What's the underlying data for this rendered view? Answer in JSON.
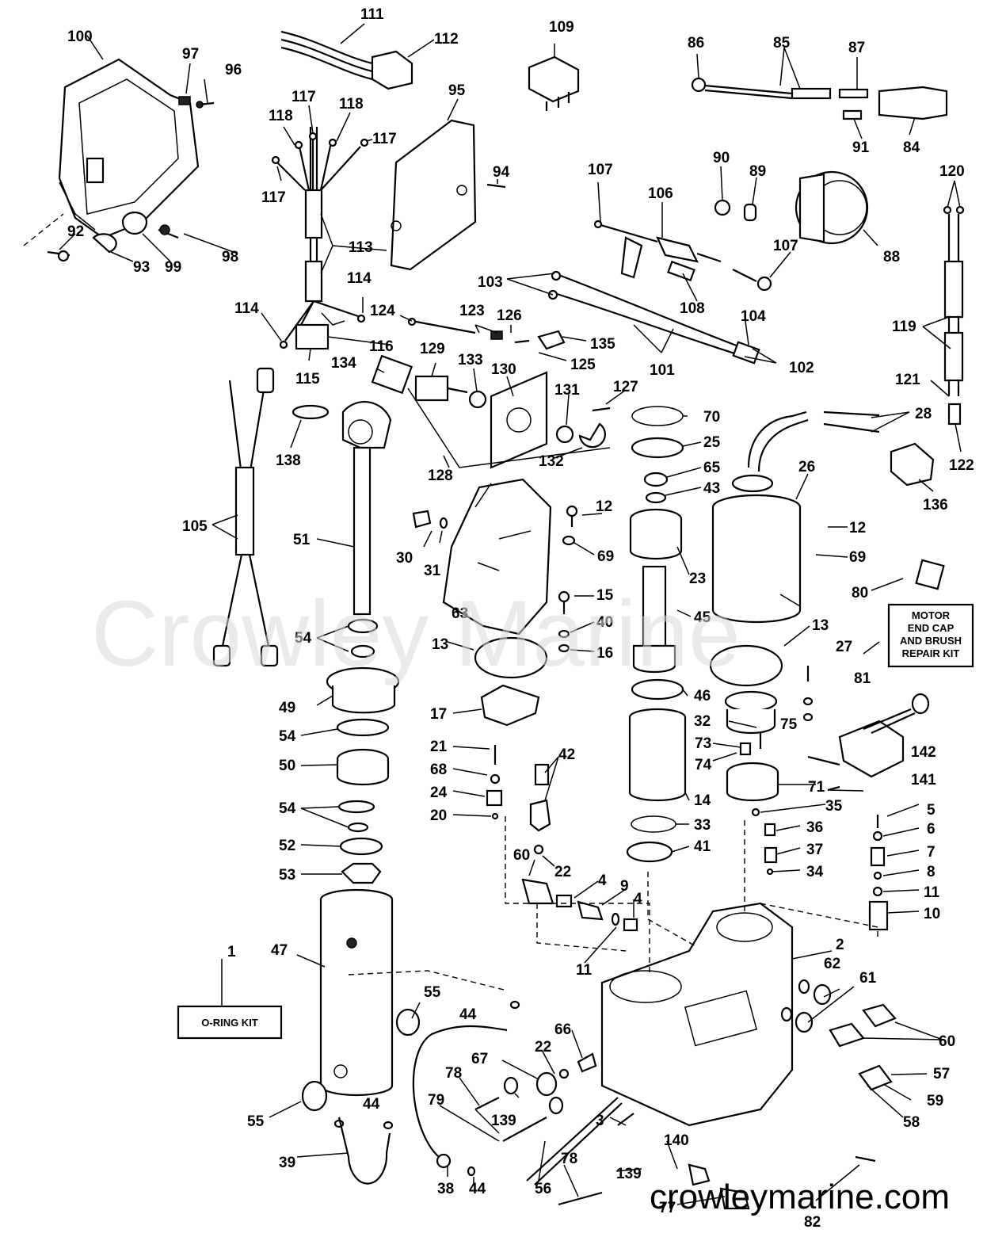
{
  "watermark": "Crowley Marine",
  "footer_url": "crowleymarine.com",
  "boxes": {
    "oring_kit": "O-RING KIT",
    "motor_kit": [
      "MOTOR",
      "END CAP",
      "AND BRUSH",
      "REPAIR KIT"
    ]
  },
  "labels": {
    "l1": "1",
    "l2": "2",
    "l3": "3",
    "l4a": "4",
    "l4b": "4",
    "l5": "5",
    "l6": "6",
    "l7": "7",
    "l8": "8",
    "l9": "9",
    "l10": "10",
    "l11a": "11",
    "l11b": "11",
    "l12a": "12",
    "l12b": "12",
    "l13a": "13",
    "l13b": "13",
    "l14": "14",
    "l15": "15",
    "l16": "16",
    "l17": "17",
    "l20": "20",
    "l21": "21",
    "l22a": "22",
    "l22b": "22",
    "l23": "23",
    "l24": "24",
    "l25": "25",
    "l26": "26",
    "l27": "27",
    "l28": "28",
    "l30": "30",
    "l31": "31",
    "l32": "32",
    "l33": "33",
    "l34": "34",
    "l35": "35",
    "l36": "36",
    "l37": "37",
    "l38": "38",
    "l39": "39",
    "l40": "40",
    "l41": "41",
    "l42": "42",
    "l43": "43",
    "l44a": "44",
    "l44b": "44",
    "l44c": "44",
    "l45": "45",
    "l46": "46",
    "l47": "47",
    "l49": "49",
    "l50": "50",
    "l51": "51",
    "l52": "52",
    "l53": "53",
    "l54a": "54",
    "l54b": "54",
    "l54c": "54",
    "l55a": "55",
    "l55b": "55",
    "l56": "56",
    "l57": "57",
    "l58": "58",
    "l59": "59",
    "l60a": "60",
    "l60b": "60",
    "l61": "61",
    "l62": "62",
    "l63": "63",
    "l65": "65",
    "l66": "66",
    "l67": "67",
    "l68": "68",
    "l69a": "69",
    "l69b": "69",
    "l70": "70",
    "l71": "71",
    "l73": "73",
    "l74": "74",
    "l75": "75",
    "l77": "77",
    "l78a": "78",
    "l78b": "78",
    "l79": "79",
    "l80": "80",
    "l81": "81",
    "l82": "82",
    "l84": "84",
    "l85": "85",
    "l86": "86",
    "l87": "87",
    "l88": "88",
    "l89": "89",
    "l90": "90",
    "l91": "91",
    "l92": "92",
    "l93": "93",
    "l94": "94",
    "l95": "95",
    "l96": "96",
    "l97": "97",
    "l98": "98",
    "l99": "99",
    "l100": "100",
    "l101": "101",
    "l102": "102",
    "l103": "103",
    "l104": "104",
    "l105": "105",
    "l106": "106",
    "l107a": "107",
    "l107b": "107",
    "l108": "108",
    "l109": "109",
    "l111": "111",
    "l112": "112",
    "l113": "113",
    "l114a": "114",
    "l114b": "114",
    "l115": "115",
    "l116": "116",
    "l117a": "117",
    "l117b": "117",
    "l117c": "117",
    "l118a": "118",
    "l118b": "118",
    "l119": "119",
    "l120": "120",
    "l121": "121",
    "l122": "122",
    "l123": "123",
    "l124": "124",
    "l125": "125",
    "l126": "126",
    "l127": "127",
    "l128": "128",
    "l129": "129",
    "l130": "130",
    "l131": "131",
    "l132": "132",
    "l133": "133",
    "l134": "134",
    "l135": "135",
    "l136": "136",
    "l138": "138",
    "l139a": "139",
    "l139b": "139",
    "l140": "140",
    "l141": "141",
    "l142": "142"
  }
}
